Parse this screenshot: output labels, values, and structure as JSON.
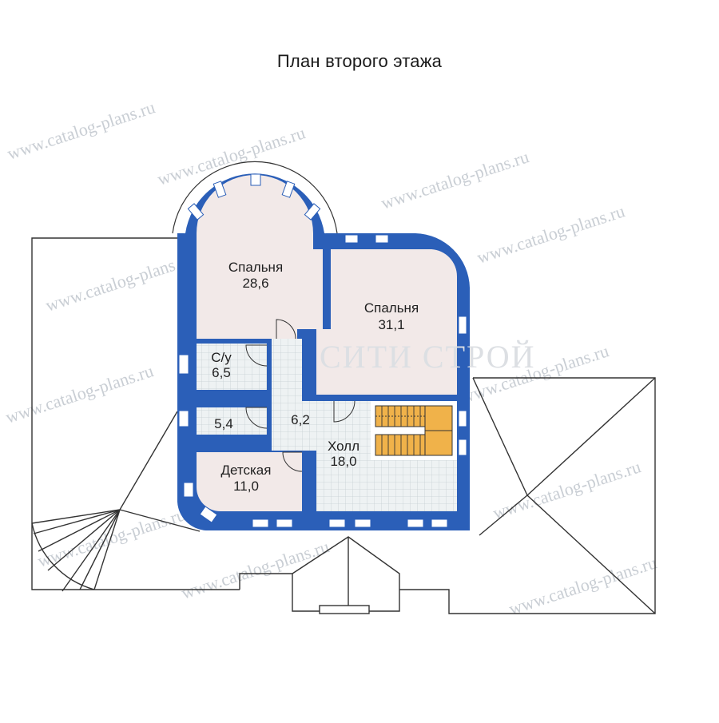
{
  "title": "План второго этажа",
  "rooms": [
    {
      "key": "bedroom1",
      "name": "Спальня",
      "area": "28,6"
    },
    {
      "key": "bedroom2",
      "name": "Спальня",
      "area": "31,1"
    },
    {
      "key": "bathroom",
      "name": "С/у",
      "area": "6,5"
    },
    {
      "key": "closet",
      "name": "",
      "area": "5,4"
    },
    {
      "key": "corridor",
      "name": "",
      "area": "6,2"
    },
    {
      "key": "hall",
      "name": "Холл",
      "area": "18,0"
    },
    {
      "key": "nursery",
      "name": "Детская",
      "area": "11,0"
    }
  ],
  "watermark": {
    "text": "www.catalog-plans.ru",
    "brand": "СИТИ СТРОЙ"
  },
  "colors": {
    "wall": "#2b5fb8",
    "room_pink": "#f2e9e8",
    "room_tile": "#e7eced",
    "stair": "#f0b24a",
    "outline": "#333333"
  }
}
